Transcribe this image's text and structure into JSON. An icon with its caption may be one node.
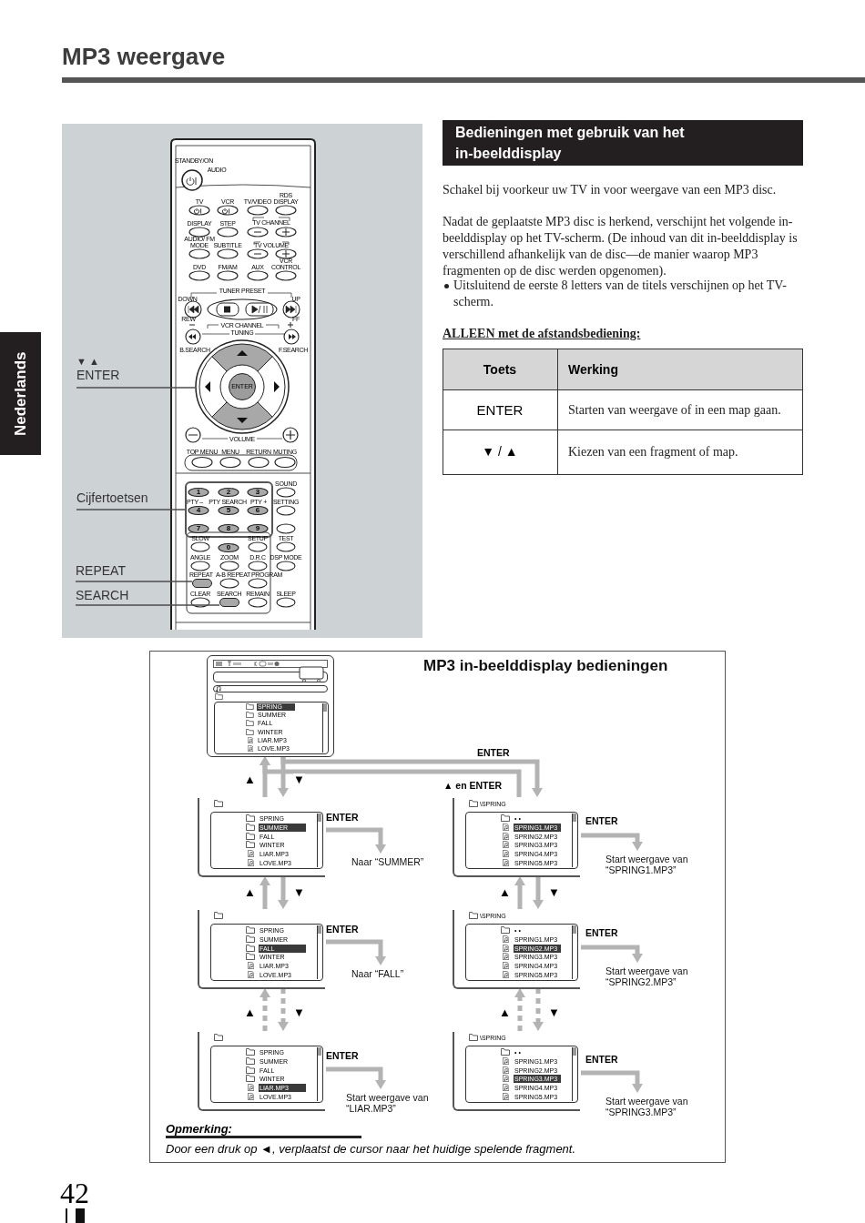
{
  "diagram": {
    "title": "MP3 weergave",
    "nodes": [
      {
        "text": [
          "Nederlands"
        ]
      },
      {
        "text": [
          "▼ ▲",
          "ENTER"
        ]
      },
      {
        "text": [
          "Cijfertoetsen"
        ]
      },
      {
        "text": [
          "REPEAT"
        ]
      },
      {
        "text": [
          "SEARCH"
        ]
      },
      {
        "text": [
          "ENTER"
        ]
      },
      {
        "text": [],
        "shape": "box"
      },
      {
        "text": [],
        "shape": "oval",
        "beside": [
          "REPEAT"
        ]
      },
      {
        "text": [],
        "shape": "oval",
        "beside": [
          "SEARCH"
        ]
      },
      {
        "text": [
          "Bedieningen met gebruik van het in-beelddisplay"
        ]
      },
      {
        "text": [
          "MP3 in-beelddisplay bedieningen"
        ]
      },
      {
        "text": [
          "SPRING",
          "SUMMER",
          "FALL",
          "WINTER",
          "LIAR.MP3",
          "LOVE.MP3"
        ],
        "in": 10
      },
      {
        "text": [
          "SPRING",
          "SUMMER",
          "FALL",
          "WINTER",
          "LIAR.MP3",
          "LOVE.MP3"
        ],
        "in": 10
      },
      {
        "text": [
          "Naar “SUMMER”"
        ],
        "in": 10
      },
      {
        "text": [
          "\\SPRING",
          "• •",
          "SPRING1.MP3",
          "SPRING2.MP3",
          "SPRING3.MP3",
          "SPRING4.MP3",
          "SPRING5.MP3"
        ],
        "in": 10
      },
      {
        "text": [
          "Start weergave van “SPRING1.MP3”"
        ],
        "in": 10
      },
      {
        "text": [
          "SPRING",
          "SUMMER",
          "FALL",
          "WINTER",
          "LIAR.MP3",
          "LOVE.MP3"
        ],
        "in": 10
      },
      {
        "text": [
          "Naar “FALL”"
        ],
        "in": 10
      },
      {
        "text": [
          "\\SPRING",
          "• •",
          "SPRING1.MP3",
          "SPRING2.MP3",
          "SPRING3.MP3",
          "SPRING4.MP3",
          "SPRING5.MP3"
        ],
        "in": 10
      },
      {
        "text": [
          "Start weergave van “SPRING2.MP3”"
        ],
        "in": 10
      },
      {
        "text": [
          "SPRING",
          "SUMMER",
          "FALL",
          "WINTER",
          "LIAR.MP3",
          "LOVE.MP3"
        ],
        "in": 10
      },
      {
        "text": [
          "Start weergave van “LIAR.MP3”"
        ],
        "in": 10
      },
      {
        "text": [
          "\\SPRING",
          "• •",
          "SPRING1.MP3",
          "SPRING2.MP3",
          "SPRING3.MP3",
          "SPRING4.MP3",
          "SPRING5.MP3"
        ],
        "in": 10
      },
      {
        "text": [
          "Start weergave van “SPRING3.MP3”"
        ],
        "in": 10
      }
    ],
    "edges": [
      {
        "from": 1,
        "to": 5,
        "arrow": "none",
        "color": "#4d4d4d"
      },
      {
        "from": 2,
        "to": 6,
        "arrow": "none",
        "color": "#4d4d4d"
      },
      {
        "from": 3,
        "to": 7,
        "arrow": "none",
        "color": "#4d4d4d"
      },
      {
        "from": 4,
        "to": 8,
        "arrow": "none",
        "color": "#4d4d4d"
      },
      {
        "from": 12,
        "to": 11,
        "arrow": "to",
        "label": "▲"
      },
      {
        "from": 11,
        "to": 12,
        "arrow": "to",
        "label": "▼"
      },
      {
        "from": 11,
        "to": 14,
        "arrow": "to",
        "label": "ENTER"
      },
      {
        "from": 14,
        "to": 11,
        "arrow": "to",
        "label": "▲ en **ENTER**"
      },
      {
        "from": 12,
        "to": 13,
        "arrow": "to",
        "label": "ENTER"
      },
      {
        "from": 14,
        "to": 15,
        "arrow": "to",
        "label": "ENTER"
      },
      {
        "from": 16,
        "to": 12,
        "arrow": "to",
        "label": "▲"
      },
      {
        "from": 12,
        "to": 16,
        "arrow": "to",
        "label": "▼"
      },
      {
        "from": 18,
        "to": 14,
        "arrow": "to",
        "label": "▲"
      },
      {
        "from": 14,
        "to": 18,
        "arrow": "to",
        "label": "▼"
      },
      {
        "from": 16,
        "to": 17,
        "arrow": "to",
        "label": "ENTER"
      },
      {
        "from": 18,
        "to": 19,
        "arrow": "to",
        "label": "ENTER"
      },
      {
        "from": 20,
        "to": 16,
        "arrow": "to",
        "label": "▲",
        "style": "dashed"
      },
      {
        "from": 16,
        "to": 20,
        "arrow": "to",
        "label": "▼",
        "style": "dashed"
      },
      {
        "from": 22,
        "to": 18,
        "arrow": "to",
        "label": "▲",
        "style": "dashed"
      },
      {
        "from": 18,
        "to": 22,
        "arrow": "to",
        "label": "▼",
        "style": "dashed"
      },
      {
        "from": 20,
        "to": 21,
        "arrow": "to",
        "label": "ENTER"
      },
      {
        "from": 22,
        "to": 23,
        "arrow": "to",
        "label": "ENTER"
      }
    ],
    "labels": [
      "STANDBY/ON",
      "AUDIO",
      "TV",
      "VCR",
      "TV/VIDEO",
      "RDS DISPLAY",
      "DISPLAY",
      "STEP",
      "TV CHANNEL",
      "AUDIO/ FM MODE",
      "SUBTITLE",
      "TV VOLUME",
      "DVD",
      "FM/AM",
      "AUX",
      "VCR CONTROL",
      "TUNER PRESET",
      "DOWN",
      "UP",
      "REW",
      "FF",
      "VCR CHANNEL",
      "TUNING",
      "B.SEARCH",
      "F.SEARCH",
      "VOLUME",
      "TOP MENU",
      "MENU",
      "RETURN",
      "MUTING",
      "SOUND",
      "1",
      "2",
      "3",
      "PTY –",
      "PTY SEARCH",
      "PTY +",
      "SETTING",
      "4",
      "5",
      "6",
      "7",
      "8",
      "9",
      "SLOW",
      "SETUP",
      "TEST",
      "0",
      "ANGLE",
      "ZOOM",
      "D.R.C",
      "DSP MODE",
      "A-B REPEAT",
      "PROGRAM",
      "CLEAR",
      "REMAIN",
      "SLEEP",
      "Schakel bij voorkeur uw TV in voor weergave van een MP3 disc.",
      "Nadat de geplaatste MP3 disc is herkend, verschijnt het volgende in-beelddisplay op het TV-scherm. (De inhoud van dit in-beelddisplay is verschillend afhankelijk van de disc—de manier waarop MP3 fragmenten op de disc werden opgenomen).",
      "Uitsluitend de eerste 8 letters van de titels verschijnen op het TV-scherm.",
      "ALLEEN met de afstandsbediening:",
      "Toets",
      "Werking",
      "ENTER",
      "Starten van weergave of in een map gaan.",
      "▼ / ▲",
      "Kiezen van een fragment of map.",
      "Opmerking:",
      "Door een druk op ◄, verplaatst de cursor naar het huidige spelende fragment.",
      "42"
    ]
  }
}
